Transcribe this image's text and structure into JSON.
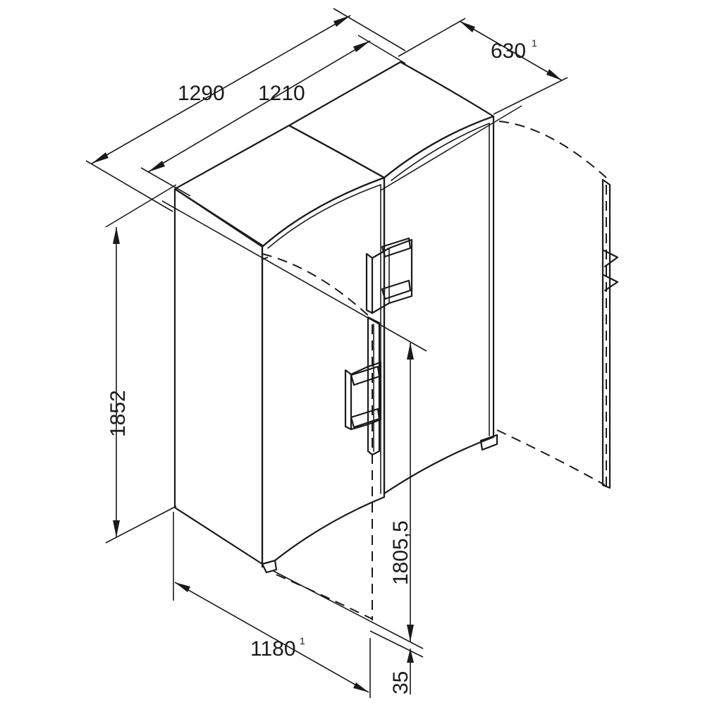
{
  "dimensions": {
    "overall_width": {
      "value": "1290"
    },
    "cabinet_width": {
      "value": "1210"
    },
    "depth": {
      "value": "630",
      "note": "1"
    },
    "height": {
      "value": "1852"
    },
    "door_height": {
      "value": "1805,5"
    },
    "depth_door_open": {
      "value": "1180",
      "note": "1"
    },
    "foot_height": {
      "value": "35"
    }
  }
}
